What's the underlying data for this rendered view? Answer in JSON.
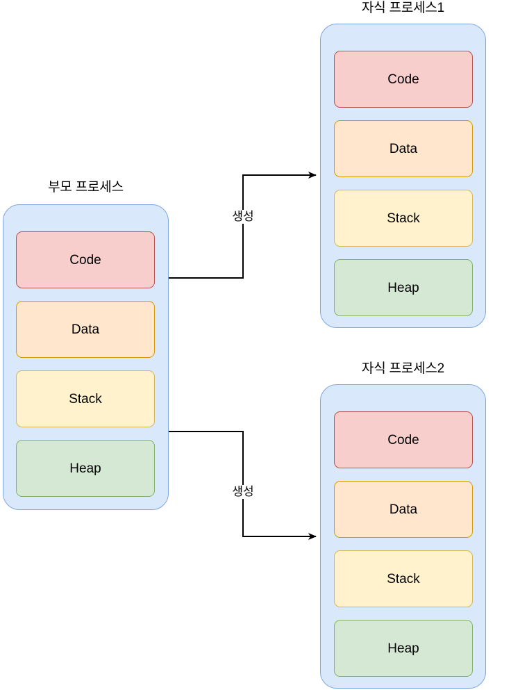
{
  "diagram": {
    "title_semantic": "fork-process-memory-diagram",
    "background": "#ffffff",
    "palette": {
      "container_fill": "#dae8fc",
      "container_stroke": "#7ea6e0",
      "code_fill": "#f8cecc",
      "code_stroke": "#b85450",
      "data_fill": "#ffe6cc",
      "data_stroke": "#d79b00",
      "stack_fill": "#fff2cc",
      "stack_stroke": "#d6b656",
      "heap_fill": "#d5e8d4",
      "heap_stroke": "#82b366",
      "edge_stroke": "#000000"
    }
  },
  "parent": {
    "title": "부모 프로세스",
    "segments": [
      {
        "label": "Code"
      },
      {
        "label": "Data"
      },
      {
        "label": "Stack"
      },
      {
        "label": "Heap"
      }
    ]
  },
  "child1": {
    "title": "자식 프로세스1",
    "segments": [
      {
        "label": "Code"
      },
      {
        "label": "Data"
      },
      {
        "label": "Stack"
      },
      {
        "label": "Heap"
      }
    ]
  },
  "child2": {
    "title": "자식 프로세스2",
    "segments": [
      {
        "label": "Code"
      },
      {
        "label": "Data"
      },
      {
        "label": "Stack"
      },
      {
        "label": "Heap"
      }
    ]
  },
  "edges": [
    {
      "label": "생성",
      "from": "parent",
      "to": "child1"
    },
    {
      "label": "생성",
      "from": "parent",
      "to": "child2"
    }
  ]
}
